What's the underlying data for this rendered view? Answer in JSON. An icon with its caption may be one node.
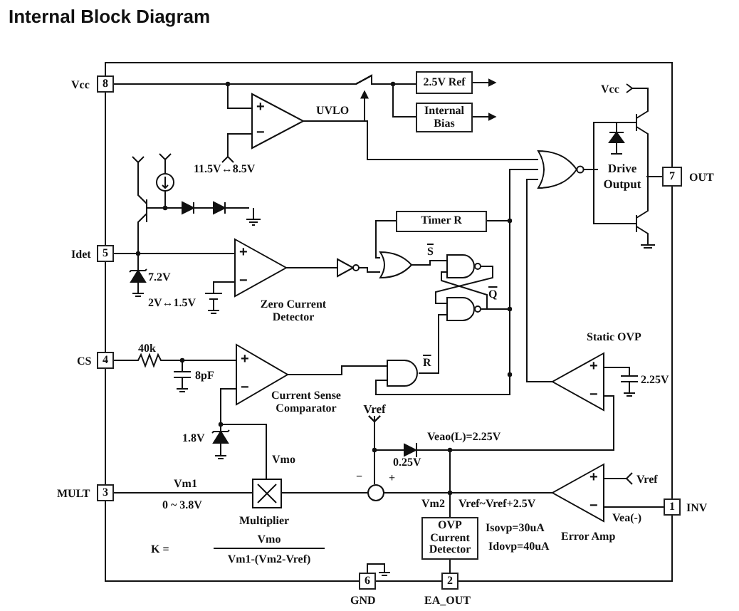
{
  "diagram": {
    "title": "Internal Block Diagram",
    "nodes": [
      {
        "text": [
          "8"
        ],
        "beside": [
          "Vcc"
        ]
      },
      {
        "text": [
          "5"
        ],
        "beside": [
          "Idet"
        ]
      },
      {
        "text": [
          "4"
        ],
        "beside": [
          "CS"
        ]
      },
      {
        "text": [
          "3"
        ],
        "beside": [
          "MULT"
        ]
      },
      {
        "text": [
          "6"
        ],
        "beside": [
          "GND"
        ]
      },
      {
        "text": [
          "2"
        ],
        "beside": [
          "EA_OUT"
        ]
      },
      {
        "text": [
          "7"
        ],
        "beside": [
          "OUT"
        ]
      },
      {
        "text": [
          "1"
        ],
        "beside": [
          "INV"
        ]
      },
      {
        "text": [
          "2.5V Ref"
        ]
      },
      {
        "text": [
          "Internal Bias"
        ]
      },
      {
        "text": [
          "+",
          "−"
        ],
        "beside": [
          "UVLO"
        ]
      },
      {
        "text": [
          "+",
          "−"
        ],
        "beside": [
          "Zero Current Detector"
        ]
      },
      {
        "text": [
          "+",
          "−"
        ],
        "beside": [
          "Current Sense Comparator"
        ]
      },
      {
        "text": [
          "+",
          "−"
        ],
        "beside": [
          "Static OVP"
        ]
      },
      {
        "text": [
          "+",
          "−"
        ],
        "beside": [
          "Error Amp"
        ]
      },
      {
        "text": [
          "Timer R"
        ]
      },
      {
        "text": [],
        "shape": "gate"
      },
      {
        "text": [],
        "shape": "gate"
      },
      {
        "text": [],
        "shape": "gate"
      },
      {
        "text": [],
        "shape": "gate"
      },
      {
        "text": [],
        "shape": "gate"
      },
      {
        "text": [],
        "shape": "gate"
      },
      {
        "text": [
          "Drive Output"
        ]
      },
      {
        "text": [],
        "shape": "box",
        "beside": [
          "Multiplier"
        ]
      },
      {
        "text": [],
        "shape": "circle",
        "beside": [
          "−",
          "+"
        ]
      },
      {
        "text": [
          "OVP Current Detector"
        ]
      },
      {
        "text": [
          "Vref"
        ]
      },
      {
        "text": [],
        "shape": "diode"
      }
    ],
    "edges": [
      {
        "from": 0,
        "to": 8,
        "arrow": "none"
      },
      {
        "from": 0,
        "to": 9,
        "arrow": "none"
      },
      {
        "from": 8,
        "to": null,
        "arrow": "to"
      },
      {
        "from": 9,
        "to": null,
        "arrow": "to"
      },
      {
        "from": 0,
        "to": 10,
        "arrow": "none"
      },
      {
        "from": 10,
        "to": 21,
        "arrow": "none"
      },
      {
        "from": 1,
        "to": 11,
        "arrow": "none"
      },
      {
        "from": 11,
        "to": 16,
        "arrow": "none"
      },
      {
        "from": 16,
        "to": 17,
        "arrow": "none"
      },
      {
        "from": 15,
        "to": 17,
        "arrow": "none"
      },
      {
        "from": 17,
        "to": 18,
        "arrow": "none"
      },
      {
        "from": 18,
        "to": 19,
        "arrow": "none"
      },
      {
        "from": 19,
        "to": 18,
        "arrow": "none"
      },
      {
        "from": 19,
        "to": 21,
        "arrow": "none"
      },
      {
        "from": 19,
        "to": 15,
        "arrow": "none"
      },
      {
        "from": 13,
        "to": 21,
        "arrow": "none"
      },
      {
        "from": 2,
        "to": 12,
        "arrow": "none"
      },
      {
        "from": 12,
        "to": 20,
        "arrow": "none"
      },
      {
        "from": 20,
        "to": 19,
        "arrow": "none"
      },
      {
        "from": 19,
        "to": 20,
        "arrow": "none"
      },
      {
        "from": 23,
        "to": 12,
        "arrow": "none"
      },
      {
        "from": 3,
        "to": 23,
        "arrow": "none"
      },
      {
        "from": 23,
        "to": 24,
        "arrow": "none"
      },
      {
        "from": 14,
        "to": 24,
        "arrow": "none"
      },
      {
        "from": 7,
        "to": 14,
        "arrow": "none"
      },
      {
        "from": 14,
        "to": 25,
        "arrow": "none"
      },
      {
        "from": 25,
        "to": 5,
        "arrow": "none"
      },
      {
        "from": 14,
        "to": 13,
        "arrow": "none"
      },
      {
        "from": 21,
        "to": 22,
        "arrow": "none"
      },
      {
        "from": 22,
        "to": 6,
        "arrow": "none"
      },
      {
        "from": 26,
        "to": 24,
        "arrow": "other"
      },
      {
        "from": 26,
        "to": 27,
        "arrow": "other"
      },
      {
        "from": 27,
        "to": 14,
        "arrow": "none"
      }
    ],
    "labels": [
      "11.5V↔8.5V",
      "Vcc",
      "7.2V",
      "S",
      "Q",
      "2V↔1.5V",
      "40k",
      "8pF",
      "R",
      "2.25V",
      "1.8V",
      "Vmo",
      "Veao(L)=2.25V",
      "0.25V",
      "Vm1",
      "Vref",
      "0 ~ 3.8V",
      "Vm2",
      "Vref~Vref+2.5V",
      "Vea(-)",
      "Isovp=30uA",
      "Idovp=40uA",
      "K =",
      "Vmo",
      "Vm1-(Vm2-Vref)"
    ]
  }
}
